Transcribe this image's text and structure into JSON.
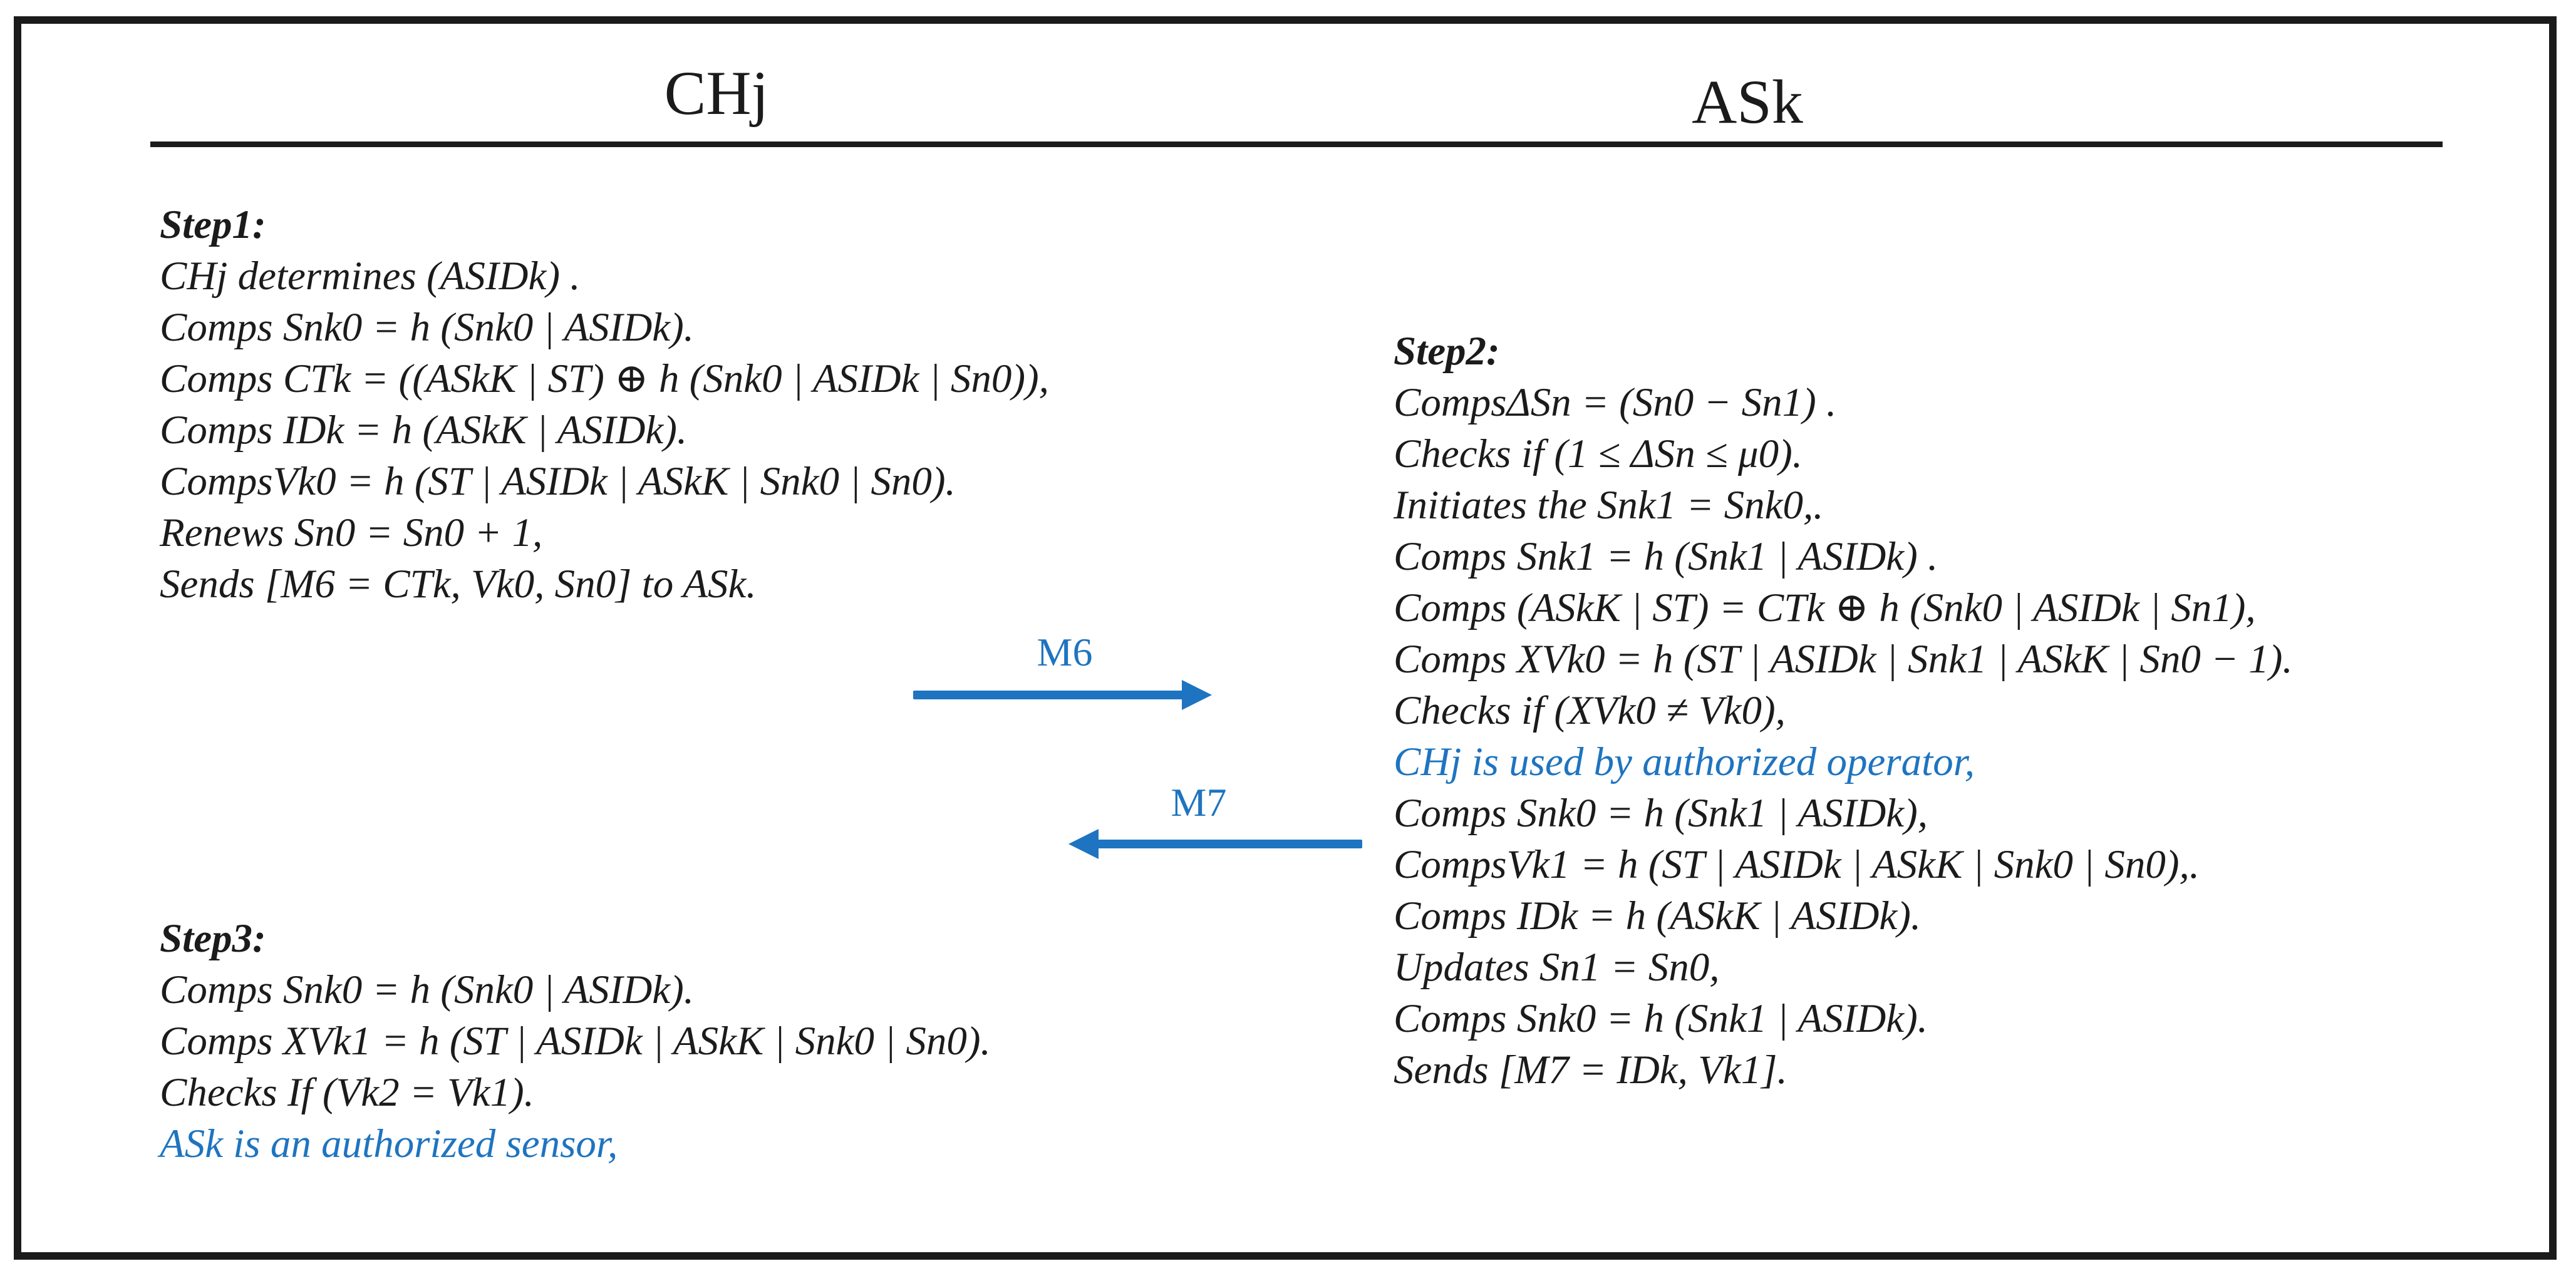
{
  "diagram": {
    "left_party": "CHj",
    "right_party": "ASk",
    "colors": {
      "accent_blue": "#1e74c0",
      "text_black": "#1b1b1b",
      "background": "#ffffff"
    },
    "steps": {
      "step1": {
        "label": "Step1:",
        "lines": [
          "CHj determines (ASIDk) .",
          "Comps Snk0 = h (Snk0 | ASIDk).",
          "Comps CTk = ((ASkK | ST) ⊕ h (Snk0 | ASIDk | Sn0)),",
          "Comps IDk = h (ASkK | ASIDk).",
          "CompsVk0 = h (ST | ASIDk | ASkK | Snk0 | Sn0).",
          "Renews Sn0 = Sn0 + 1,",
          "Sends [M6 = CTk, Vk0, Sn0] to ASk."
        ]
      },
      "step2": {
        "label": "Step2:",
        "lines": [
          "CompsΔSn = (Sn0 − Sn1) .",
          "Checks if (1 ≤ ΔSn ≤ μ0).",
          "Initiates the Snk1 = Snk0,.",
          "Comps Snk1 = h (Snk1 | ASIDk) .",
          "Comps (ASkK | ST) = CTk ⊕ h (Snk0 | ASIDk | Sn1),",
          "Comps XVk0 = h (ST | ASIDk | Snk1 | ASkK | Sn0 − 1).",
          "Checks if (XVk0 ≠ Vk0),",
          {
            "text": "CHj is used by authorized operator,",
            "blue": true
          },
          "Comps Snk0 = h (Snk1 | ASIDk),",
          "CompsVk1 = h (ST | ASIDk | ASkK | Snk0 | Sn0),.",
          "Comps IDk = h (ASkK | ASIDk).",
          "Updates Sn1 = Sn0,",
          "Comps Snk0 = h (Snk1 | ASIDk).",
          "Sends [M7 = IDk, Vk1]."
        ]
      },
      "step3": {
        "label": "Step3:",
        "lines": [
          "Comps Snk0 = h (Snk0 | ASIDk).",
          "Comps XVk1 = h (ST | ASIDk | ASkK | Snk0 | Sn0).",
          "Checks If (Vk2 = Vk1).",
          {
            "text": "ASk is an authorized sensor,",
            "blue": true
          }
        ]
      }
    },
    "messages": {
      "m6": {
        "label": "M6",
        "direction": "right",
        "from": "CHj",
        "to": "ASk"
      },
      "m7": {
        "label": "M7",
        "direction": "left",
        "from": "ASk",
        "to": "CHj"
      }
    }
  }
}
